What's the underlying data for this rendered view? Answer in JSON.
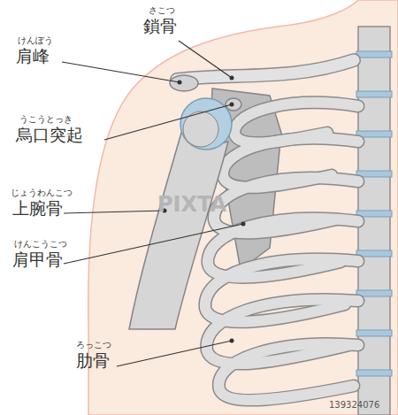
{
  "diagram": {
    "labels": [
      "さこつ",
      "鎖骨",
      "けんぽう",
      "肩峰",
      "うこうとっき",
      "烏口突起",
      "じょうわんこつ",
      "上腕骨",
      "けんこうこつ",
      "肩甲骨",
      "ろっこつ",
      "肋骨",
      "PIXTA",
      "139324076"
    ]
  }
}
